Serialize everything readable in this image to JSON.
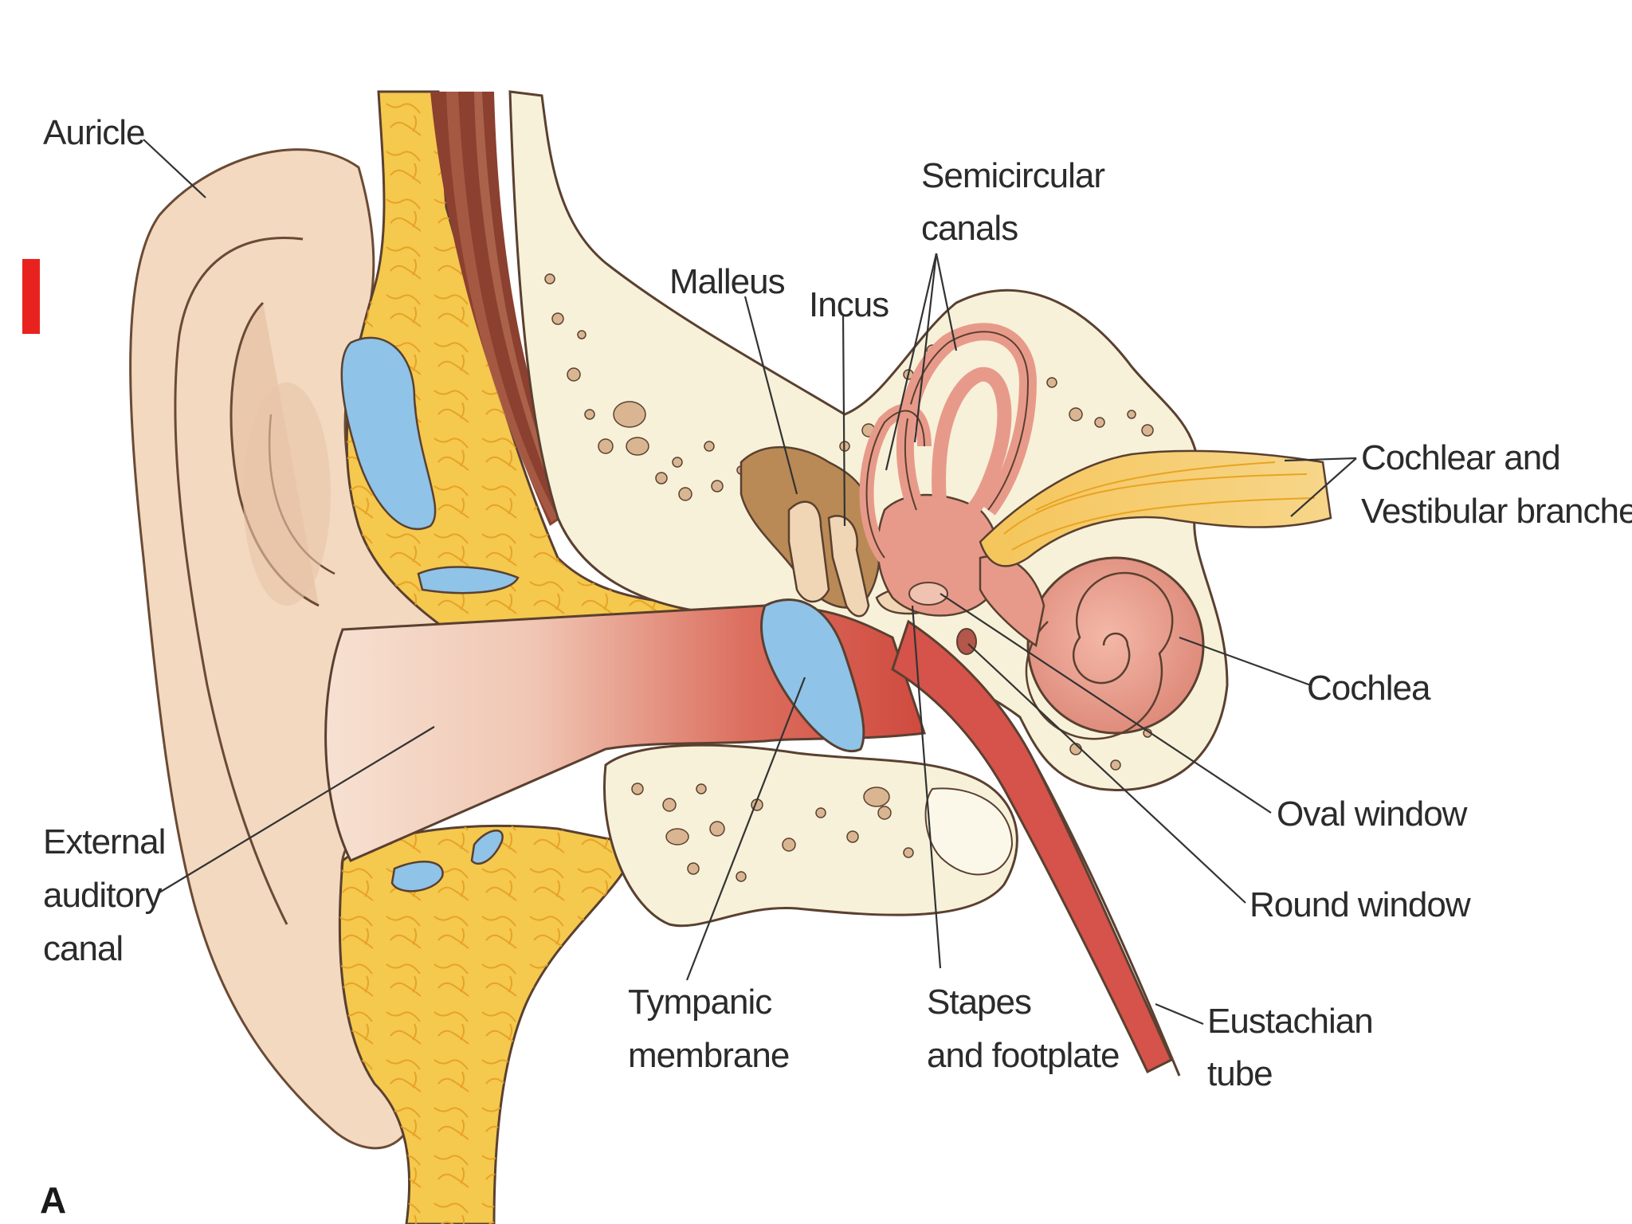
{
  "panel_letter": "A",
  "colors": {
    "skin": "#f2d9c0",
    "skin_shadow": "#e6c3a4",
    "bone_fat": "#f5c84e",
    "bone_fat_lines": "#e8a421",
    "temporal_bone": "#f7f1d9",
    "canal_red": "#d5534a",
    "canal_light": "#f3cfc2",
    "fluid_blue": "#8fc3e8",
    "ossicle": "#f0d6b4",
    "ossicle_dark": "#b98a55",
    "labyrinth_pink": "#e89a8a",
    "nerve_yellow": "#f4c65a",
    "muscle_brown": "#8b4030",
    "accent_red": "#e8231f"
  },
  "labels": {
    "auricle": "Auricle",
    "semicircular_line1": "Semicircular",
    "semicircular_line2": "canals",
    "malleus": "Malleus",
    "incus": "Incus",
    "cochlear_line1": "Cochlear and",
    "cochlear_line2": "Vestibular branches",
    "cochlea": "Cochlea",
    "oval_window": "Oval window",
    "round_window": "Round window",
    "eustachian_line1": "Eustachian",
    "eustachian_line2": "tube",
    "stapes_line1": "Stapes",
    "stapes_line2": "and footplate",
    "tympanic_line1": "Tympanic",
    "tympanic_line2": "membrane",
    "external_line1": "External",
    "external_line2": "auditory",
    "external_line3": "canal"
  }
}
